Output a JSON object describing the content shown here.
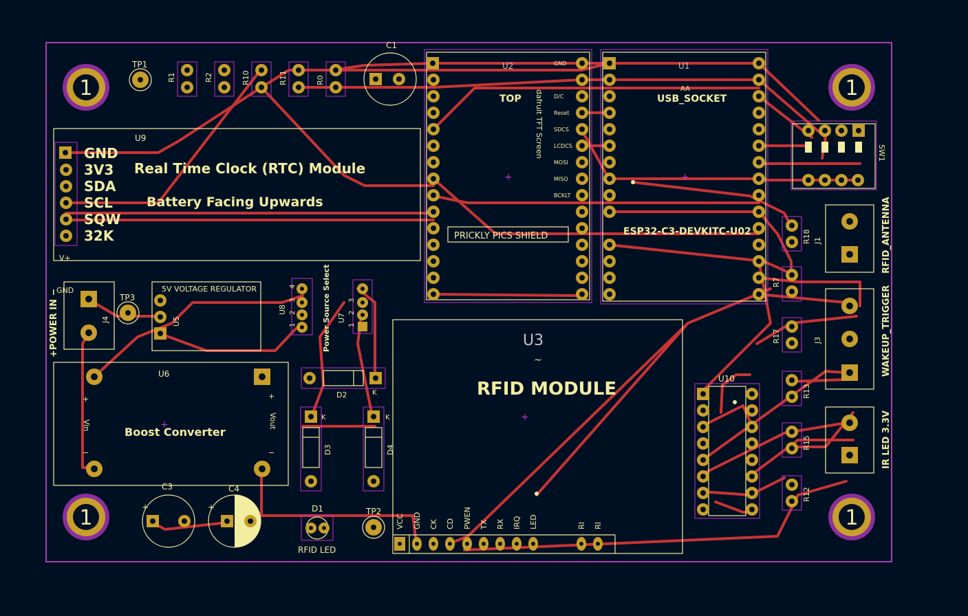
{
  "board": {
    "colors": {
      "background": "#001023",
      "edge_cuts": "#e04fd8",
      "silkscreen": "#f2eda1",
      "copper_trace": "#c83434",
      "pad": "#c89f2c",
      "courtyard": "#c22fc2",
      "mounting_hole_ring": "#8a2f9c"
    },
    "mounting_holes": [
      "1",
      "1",
      "1",
      "1"
    ],
    "refs": {
      "tp1": "TP1",
      "tp2": "TP2",
      "tp3": "TP3",
      "r1": "R1",
      "r2": "R2",
      "r10": "R10",
      "r11": "R11",
      "r0": "R0",
      "c1": "C1",
      "c3": "C3",
      "c4": "C4",
      "u1": "U1",
      "u2": "U2",
      "u3": "U3",
      "u5": "U5",
      "u6": "U6",
      "u7": "U7",
      "u8": "U8",
      "u9": "U9",
      "u10": "U10",
      "j1": "J1",
      "j3": "J3",
      "j4": "J4",
      "sw1": "SW1",
      "r7": "R7",
      "r12": "R12",
      "r13": "R13",
      "r15": "R15",
      "r17": "R17",
      "r18": "R18",
      "d1": "D1",
      "d2": "D2",
      "d3": "D3",
      "d4": "D4"
    },
    "u9": {
      "pins": [
        "GND",
        "3V3",
        "SDA",
        "SCL",
        "SQW",
        "32K"
      ],
      "title": "Real Time Clock (RTC) Module",
      "subtitle": "Battery Facing Upwards",
      "corner": "V+"
    },
    "u2": {
      "top_label": "TOP",
      "pins": [
        "GND",
        "",
        "D/C",
        "Reset",
        "SDCS",
        "LCDCS",
        "MOSI",
        "MISO",
        "BCKLT"
      ],
      "vertical_label": "dafruit TFT Screen",
      "shield_label": "PRICKLY PICS SHIELD"
    },
    "u1": {
      "usb_label": "USB_SOCKET",
      "module_label": "ESP32-C3-DEVKITC-U02",
      "aa": "AA"
    },
    "u3": {
      "title": "RFID MODULE",
      "tilde": "~",
      "pins": [
        "VCC",
        "GND",
        "CK",
        "CD",
        "PWEN",
        "TX",
        "RX",
        "IRQ",
        "LED",
        "RI",
        "RI"
      ]
    },
    "u5": {
      "label": "5V VOLTAGE REGULATOR"
    },
    "u6": {
      "label": "Boost Converter",
      "vin": "Vin",
      "vout": "Vout",
      "plus": "+",
      "minus": "−"
    },
    "u7": {
      "label": "Power Source Select",
      "pins": [
        "3",
        "2",
        "1"
      ]
    },
    "u8": {
      "pins": [
        "4",
        "3",
        "2",
        "1"
      ]
    },
    "j4": {
      "label": "+POWER IN −",
      "gnd": "GND"
    },
    "right_connectors": {
      "rfid_antenna": "RFID_ANTENNA",
      "wakeup_trigger": "WAKEUP_TRIGGER",
      "ir_led": "IR LED 3.3V"
    },
    "d1": {
      "label": "RFID LED"
    },
    "k": "K"
  }
}
